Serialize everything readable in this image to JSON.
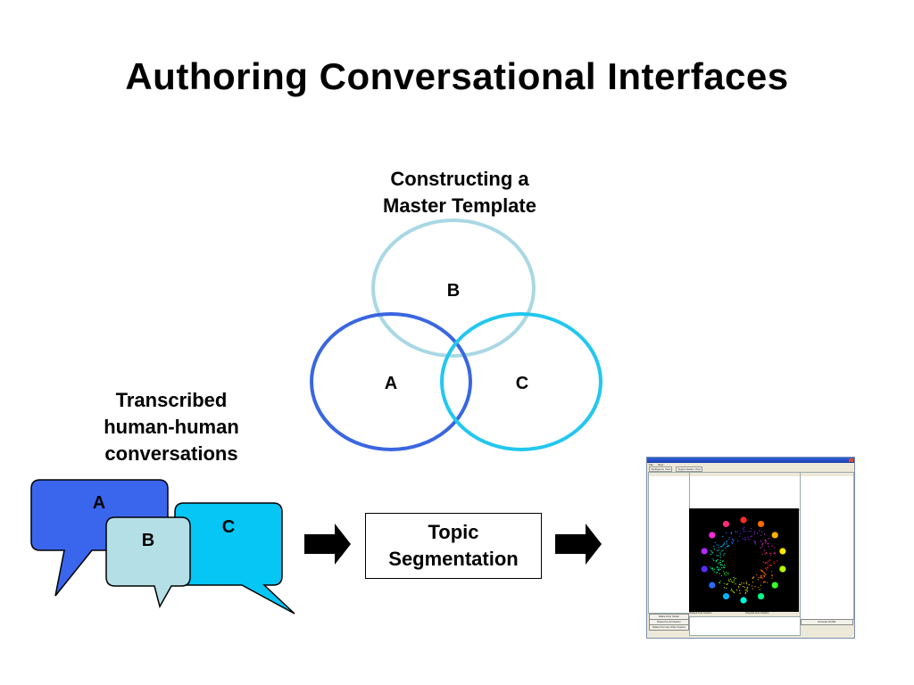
{
  "slide": {
    "title": "Authoring Conversational Interfaces"
  },
  "venn": {
    "caption_line1": "Constructing a",
    "caption_line2": "Master Template",
    "circles": [
      {
        "label": "A",
        "color": "#3a66e0"
      },
      {
        "label": "B",
        "color": "#a9d8e4"
      },
      {
        "label": "C",
        "color": "#22c7ee"
      }
    ]
  },
  "transcripts": {
    "caption_line1": "Transcribed",
    "caption_line2": "human-human",
    "caption_line3": "conversations",
    "bubbles": [
      {
        "label": "A",
        "color": "#3a66ee"
      },
      {
        "label": "B",
        "color": "#b5dfe6"
      },
      {
        "label": "C",
        "color": "#06c6f6"
      }
    ]
  },
  "process": {
    "step_line1": "Topic",
    "step_line2": "Segmentation"
  },
  "app_screenshot": {
    "menu": [
      "File",
      "View"
    ],
    "tabs": [
      "Intelligence View",
      "Segmentation View"
    ],
    "buttons": [
      "Delete From Cluster",
      "Delete Key All Clusters",
      "Delete From ALL Other Clusters",
      "Generate SCXML"
    ],
    "checkboxes": [
      "Default Auto Clusters",
      "Integrate Auto Clusters"
    ],
    "node_colors": [
      "#ff2a2a",
      "#ff6a00",
      "#ffb000",
      "#ffe600",
      "#b7ff00",
      "#3cff2a",
      "#00ff8a",
      "#00ffe1",
      "#00b4ff",
      "#2a6bff",
      "#5a2aff",
      "#b02aff",
      "#ff2ad7",
      "#ff2a7a"
    ]
  }
}
